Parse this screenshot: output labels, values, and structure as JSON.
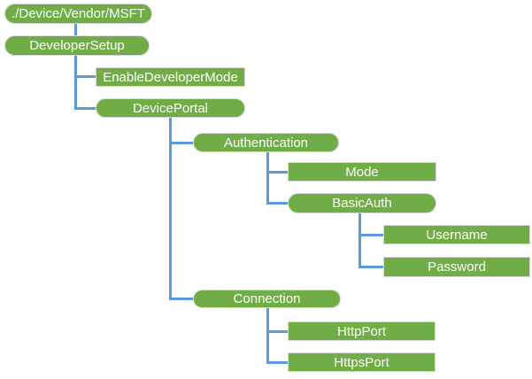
{
  "diagram": {
    "type": "tree",
    "description": "DeveloperSetup configuration service provider node hierarchy",
    "colors": {
      "node_fill": "#70AD47",
      "node_text": "#FFFFFF",
      "node_border": "#D9D9D9",
      "connector": "#5B9BD5",
      "background": "#FFFFFF"
    },
    "nodes": {
      "root": {
        "label": "./Device/Vendor/MSFT",
        "shape": "pill"
      },
      "developer_setup": {
        "label": "DeveloperSetup",
        "shape": "pill"
      },
      "enable_developer_mode": {
        "label": "EnableDeveloperMode",
        "shape": "rect"
      },
      "device_portal": {
        "label": "DevicePortal",
        "shape": "pill"
      },
      "authentication": {
        "label": "Authentication",
        "shape": "pill"
      },
      "mode": {
        "label": "Mode",
        "shape": "rect"
      },
      "basic_auth": {
        "label": "BasicAuth",
        "shape": "pill"
      },
      "username": {
        "label": "Username",
        "shape": "rect"
      },
      "password": {
        "label": "Password",
        "shape": "rect"
      },
      "connection": {
        "label": "Connection",
        "shape": "pill"
      },
      "http_port": {
        "label": "HttpPort",
        "shape": "rect"
      },
      "https_port": {
        "label": "HttpsPort",
        "shape": "rect"
      }
    },
    "hierarchy": {
      "./Device/Vendor/MSFT": {
        "DeveloperSetup": {
          "EnableDeveloperMode": {},
          "DevicePortal": {
            "Authentication": {
              "Mode": {},
              "BasicAuth": {
                "Username": {},
                "Password": {}
              }
            },
            "Connection": {
              "HttpPort": {},
              "HttpsPort": {}
            }
          }
        }
      }
    }
  }
}
